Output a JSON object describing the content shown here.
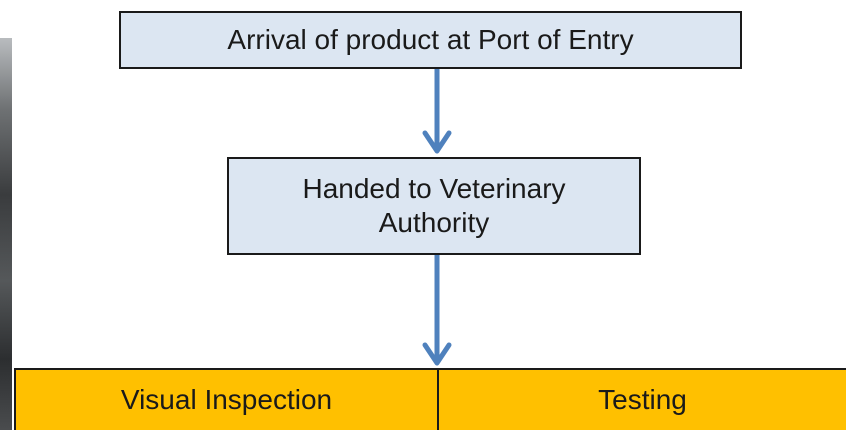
{
  "flow": {
    "arrival": "Arrival of product at Port of Entry",
    "handed_line1": "Handed to Veterinary",
    "handed_line2": "Authority",
    "visual_inspection": "Visual Inspection",
    "testing": "Testing"
  },
  "colors": {
    "box_fill": "#dce6f2",
    "arrow": "#4f81bd",
    "bottom_fill": "#ffc000",
    "border": "#1a1a1a"
  }
}
